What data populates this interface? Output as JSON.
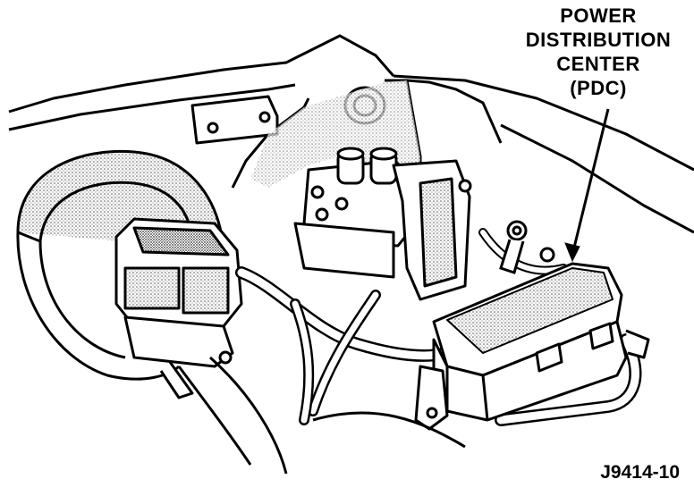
{
  "callout": {
    "lines": [
      "POWER",
      "DISTRIBUTION",
      "CENTER",
      "(PDC)"
    ]
  },
  "figure_id": "J9414-10",
  "colors": {
    "ink": "#000000",
    "paper": "#ffffff",
    "stipple": "#9a9a9a"
  }
}
